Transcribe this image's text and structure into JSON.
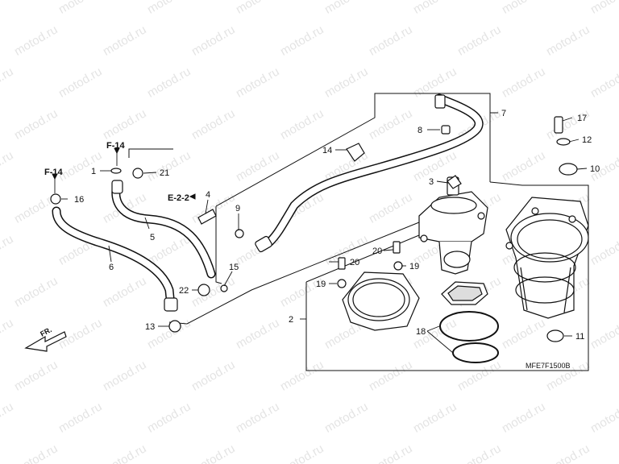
{
  "watermark": "motod.ru",
  "diagram_code": "MFE7F1500B",
  "front_label": "FR.",
  "ref_labels": [
    "F-14",
    "F-14",
    "E-2-2"
  ],
  "callouts": [
    "1",
    "2",
    "3",
    "4",
    "5",
    "6",
    "7",
    "8",
    "9",
    "10",
    "11",
    "12",
    "13",
    "14",
    "15",
    "16",
    "17",
    "18",
    "19",
    "19",
    "20",
    "20",
    "21",
    "22"
  ],
  "colors": {
    "line": "#111111",
    "watermark": "#e4e4e4",
    "background": "#ffffff"
  }
}
